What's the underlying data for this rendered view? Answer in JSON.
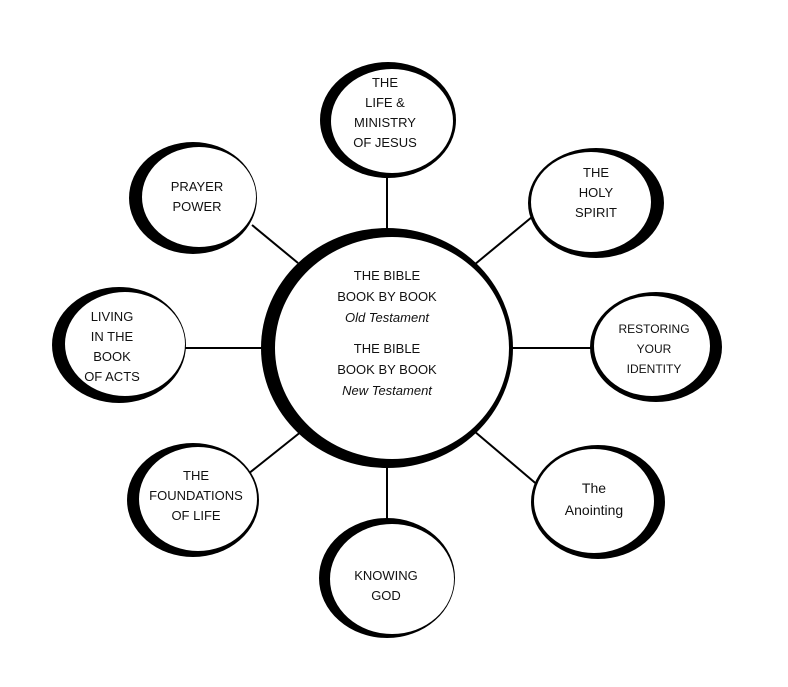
{
  "colors": {
    "ring": "#000000",
    "fill": "#ffffff",
    "text": "#111111"
  },
  "hub": {
    "lines": [
      "THE BIBLE",
      "BOOK  BY BOOK",
      "Old Testament",
      "THE BIBLE",
      "BOOK BY BOOK",
      "New Testament"
    ]
  },
  "nodes": [
    {
      "id": "life-ministry-jesus",
      "lines": [
        "THE",
        "LIFE &",
        "MINISTRY",
        "OF JESUS"
      ]
    },
    {
      "id": "holy-spirit",
      "lines": [
        "THE",
        "HOLY",
        "SPIRIT"
      ]
    },
    {
      "id": "restoring-identity",
      "lines": [
        "RESTORING",
        "YOUR",
        "IDENTITY"
      ]
    },
    {
      "id": "anointing",
      "lines": [
        "The",
        "Anointing"
      ]
    },
    {
      "id": "knowing-god",
      "lines": [
        "KNOWING",
        "GOD"
      ]
    },
    {
      "id": "foundations-of-life",
      "lines": [
        "THE",
        "FOUNDATIONS",
        "OF LIFE"
      ]
    },
    {
      "id": "living-book-acts",
      "lines": [
        "LIVING",
        "IN THE",
        "BOOK",
        "OF ACTS"
      ]
    },
    {
      "id": "prayer-power",
      "lines": [
        "PRAYER",
        "POWER"
      ]
    }
  ]
}
